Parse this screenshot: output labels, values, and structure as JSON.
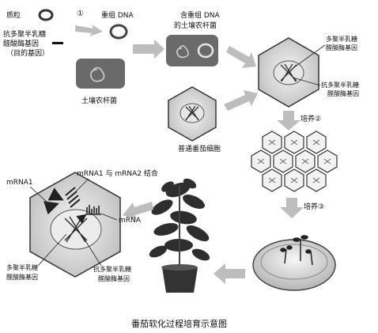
{
  "labels": {
    "plasmid": "质粒",
    "step1": "①",
    "recombinant_dna": "重组 DNA",
    "antisense_gene_l1": "抗多聚半乳糖",
    "antisense_gene_l2": "醛酸酶基因",
    "target_gene": "（目的基因）",
    "agrobacterium": "土壤农杆菌",
    "agro_with_dna_l1": "含重组 DNA",
    "agro_with_dna_l2": "的土壤农杆菌",
    "pg_gene_l1": "多聚半乳糖",
    "pg_gene_l2": "醛酸酶基因",
    "anti_pg_gene_l1": "抗多聚半乳糖",
    "anti_pg_gene_l2": "醛酸酶基因",
    "normal_cell": "普通番茄细胞",
    "culture2": "培养②",
    "culture3": "培养③",
    "mrna1": "mRNA1",
    "mrna_bind": "mRNA1 与 mRNA2 结合",
    "mrna": "mRNA",
    "cell_pg_gene_l1": "多聚半乳糖",
    "cell_pg_gene_l2": "醛酸酶基因",
    "cell_anti_gene_l1": "抗多聚半乳糖",
    "cell_anti_gene_l2": "醛酸酶基因"
  },
  "caption": "番茄软化过程培育示意图"
}
